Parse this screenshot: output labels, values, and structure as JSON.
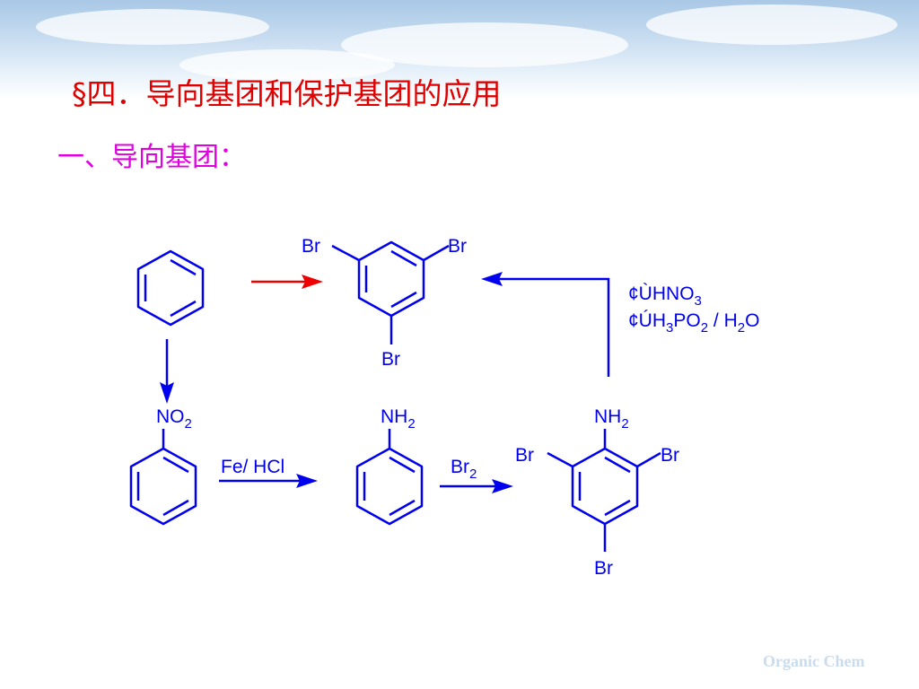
{
  "header": {
    "title": "§四．导向基团和保护基团的应用",
    "subtitle": "一、导向基团："
  },
  "scheme": {
    "sub_br_top_left": "Br",
    "sub_br_top_right": "Br",
    "sub_br_bottom": "Br",
    "nitro_label": "NO",
    "nitro_sub": "2",
    "reagent_fe": "Fe/ HCl",
    "aniline_label": "NH",
    "aniline_sub": "2",
    "reagent_br": "Br",
    "reagent_br_sub": "2",
    "tri_nh": "NH",
    "tri_nh_sub": "2",
    "tri_br_left": "Br",
    "tri_br_right": "Br",
    "tri_br_bottom": "Br",
    "step1_prefix": "¢Ù",
    "step1_text": "HNO",
    "step1_sub": "3",
    "step2_prefix": "¢Ú",
    "step2_h": "H",
    "step2_sub1": "3",
    "step2_po": "PO",
    "step2_sub2": "2",
    "step2_slash": " / H",
    "step2_sub3": "2",
    "step2_o": "O"
  },
  "footer": {
    "watermark": "Organic Chem"
  },
  "colors": {
    "title": "#e00000",
    "subtitle": "#e000e0",
    "structure": "#0000ee",
    "highlight_arrow": "#ee0000"
  }
}
